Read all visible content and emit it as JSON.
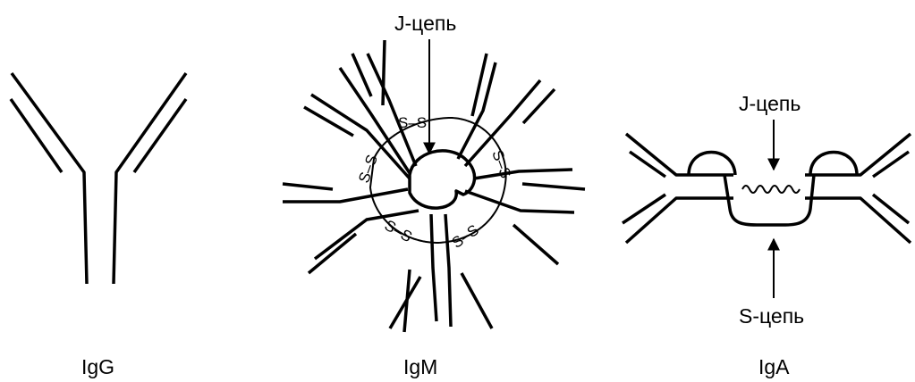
{
  "igg": {
    "name": "IgG"
  },
  "igm": {
    "name": "IgM",
    "j_chain": "J-цепь",
    "disulfide": "S–S"
  },
  "iga": {
    "name": "IgA",
    "j_chain": "J-цепь",
    "s_chain": "S-цепь"
  }
}
